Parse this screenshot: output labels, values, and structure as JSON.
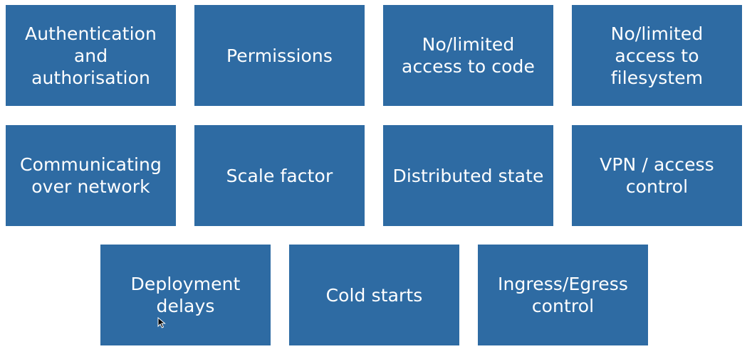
{
  "tiles": [
    {
      "text": "Authentication and authorisation"
    },
    {
      "text": "Permissions"
    },
    {
      "text": "No/limited access to code"
    },
    {
      "text": "No/limited access to filesystem"
    },
    {
      "text": "Communicating over network"
    },
    {
      "text": "Scale factor"
    },
    {
      "text": "Distributed state"
    },
    {
      "text": "VPN / access control"
    },
    {
      "text": "Deployment delays"
    },
    {
      "text": "Cold starts"
    },
    {
      "text": "Ingress/Egress control"
    }
  ],
  "colors": {
    "tile_background": "#2e6ba3",
    "tile_text": "#ffffff",
    "page_background": "#ffffff"
  },
  "icons": {
    "cursor": "mouse-pointer-icon"
  }
}
